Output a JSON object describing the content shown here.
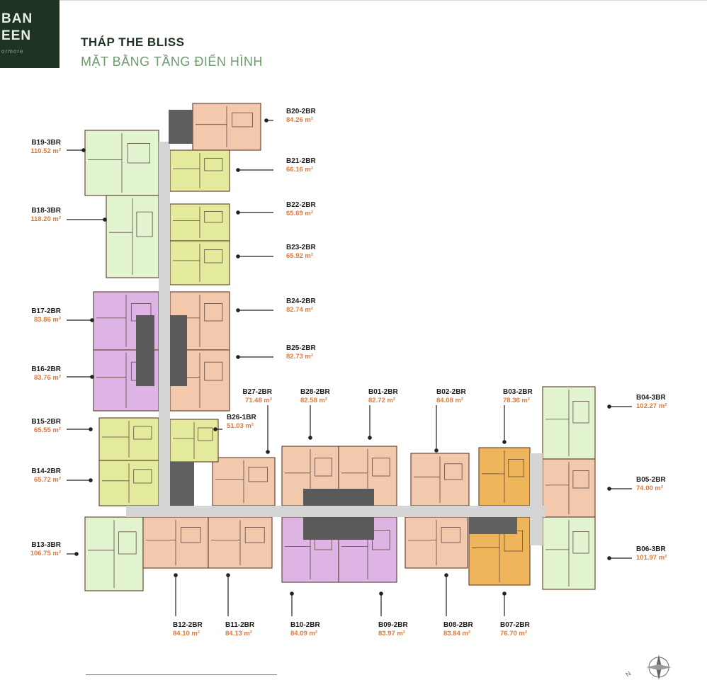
{
  "header": {
    "logo_line1": "BAN",
    "logo_line2": "EEN",
    "logo_line3": "ormore",
    "title": "THÁP THE BLISS",
    "subtitle": "MẶT BẰNG TẦNG ĐIỂN HÌNH"
  },
  "colors": {
    "green_3br": "#e1f3cf",
    "yellow_2br": "#e3ea9c",
    "peach_2br": "#f2c9ad",
    "purple_2br": "#ddb4e3",
    "orange_2br": "#eeb55a",
    "corridor": "#cfcfcf",
    "core": "#5e5e5e",
    "label_area": "#e07a3c"
  },
  "units": [
    {
      "code": "B20-2BR",
      "area": "84.26 m²"
    },
    {
      "code": "B19-3BR",
      "area": "110.52 m²"
    },
    {
      "code": "B21-2BR",
      "area": "66.16 m²"
    },
    {
      "code": "B18-3BR",
      "area": "118.20 m²"
    },
    {
      "code": "B22-2BR",
      "area": "65.69 m²"
    },
    {
      "code": "B23-2BR",
      "area": "65.92 m²"
    },
    {
      "code": "B17-2BR",
      "area": "83.86 m²"
    },
    {
      "code": "B24-2BR",
      "area": "82.74 m²"
    },
    {
      "code": "B16-2BR",
      "area": "83.76 m²"
    },
    {
      "code": "B25-2BR",
      "area": "82.73 m²"
    },
    {
      "code": "B15-2BR",
      "area": "65.55 m²"
    },
    {
      "code": "B14-2BR",
      "area": "65.72 m²"
    },
    {
      "code": "B13-3BR",
      "area": "106.75 m²"
    },
    {
      "code": "B27-2BR",
      "area": "71.48 m²"
    },
    {
      "code": "B28-2BR",
      "area": "82.58 m²"
    },
    {
      "code": "B26-1BR",
      "area": "51.03 m²"
    },
    {
      "code": "B01-2BR",
      "area": "82.72 m²"
    },
    {
      "code": "B02-2BR",
      "area": "84.08 m²"
    },
    {
      "code": "B03-2BR",
      "area": "78.36 m²"
    },
    {
      "code": "B04-3BR",
      "area": "102.27 m²"
    },
    {
      "code": "B05-2BR",
      "area": "74.00 m²"
    },
    {
      "code": "B06-3BR",
      "area": "101.97 m²"
    },
    {
      "code": "B12-2BR",
      "area": "84.10 m²"
    },
    {
      "code": "B11-2BR",
      "area": "84.13 m²"
    },
    {
      "code": "B10-2BR",
      "area": "84.09 m²"
    },
    {
      "code": "B09-2BR",
      "area": "83.97 m²"
    },
    {
      "code": "B08-2BR",
      "area": "83.84 m²"
    },
    {
      "code": "B07-2BR",
      "area": "76.70 m²"
    }
  ],
  "compass": {
    "north_label": "N"
  }
}
